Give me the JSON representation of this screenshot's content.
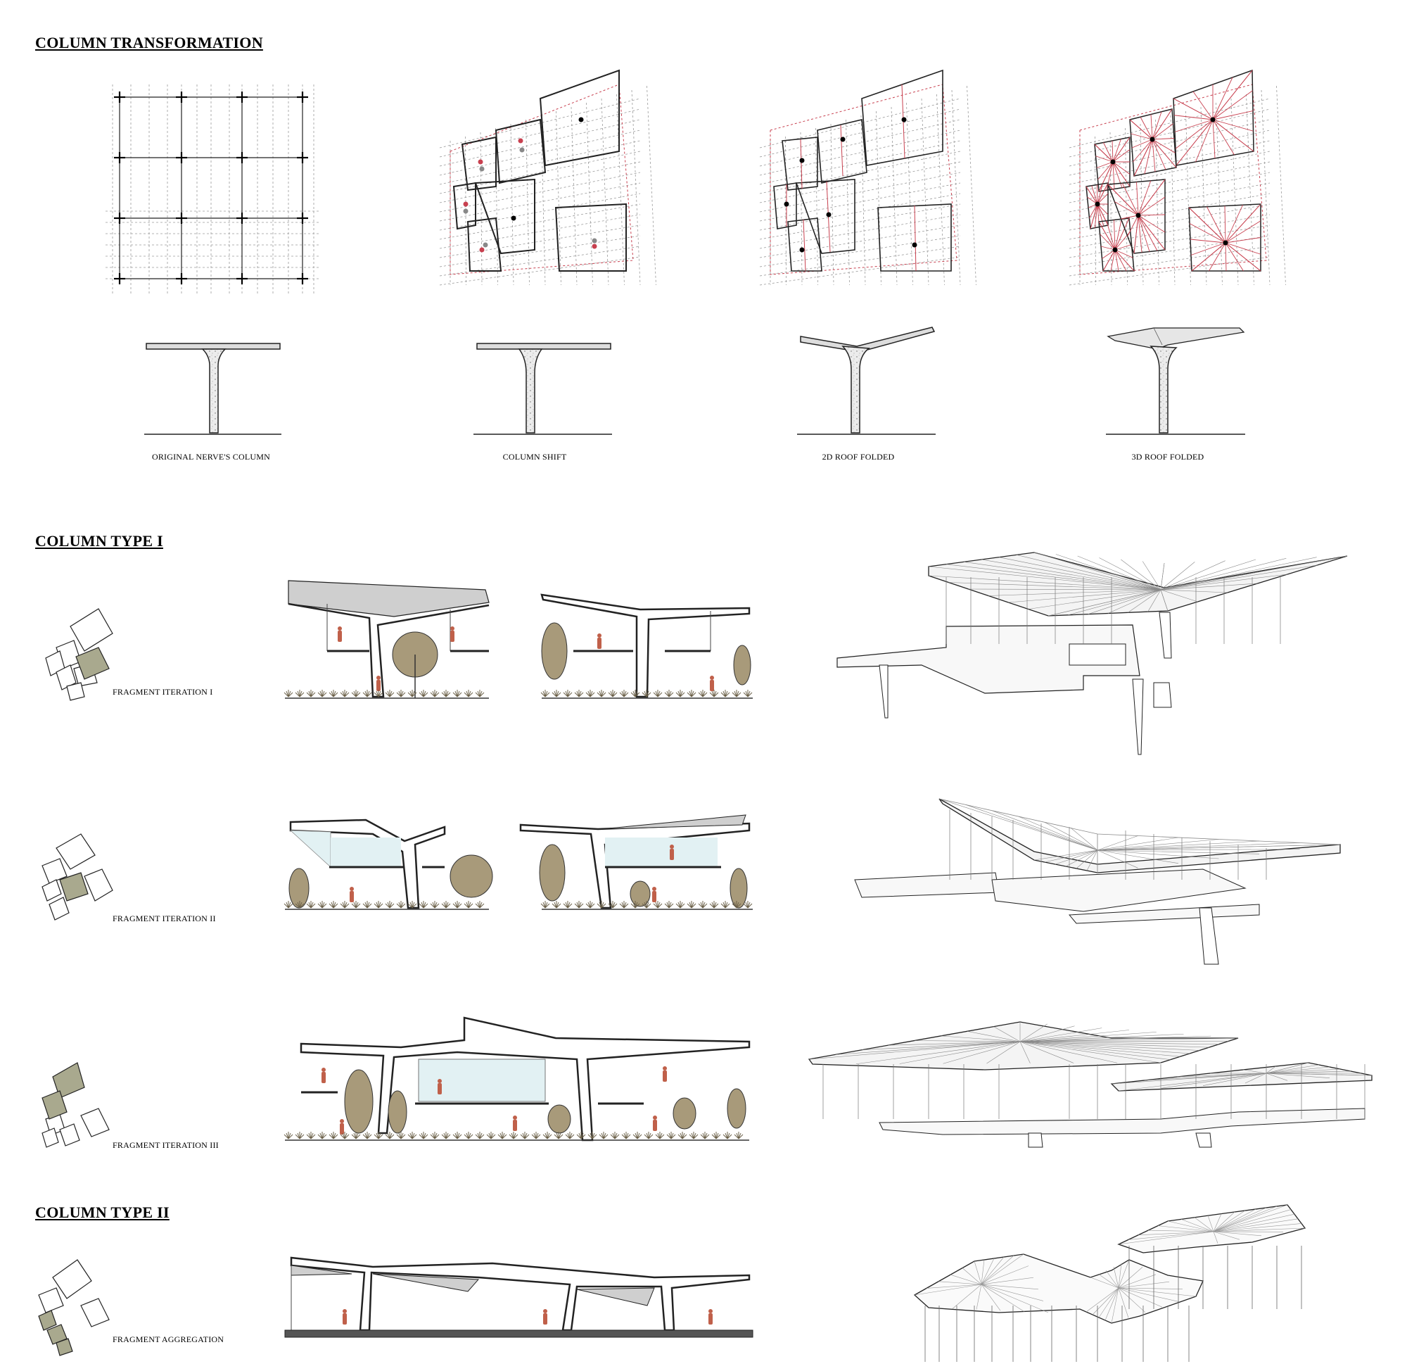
{
  "sections": {
    "transformation": "COLUMN TRANSFORMATION",
    "type1": "COLUMN TYPE I",
    "type2": "COLUMN TYPE II"
  },
  "transformation_steps": [
    {
      "label": "ORIGINAL NERVE'S COLUMN"
    },
    {
      "label": "COLUMN SHIFT"
    },
    {
      "label": "2D ROOF FOLDED"
    },
    {
      "label": "3D ROOF FOLDED"
    }
  ],
  "iterations": [
    {
      "label": "FRAGMENT ITERATION I"
    },
    {
      "label": "FRAGMENT ITERATION II"
    },
    {
      "label": "FRAGMENT ITERATION III"
    },
    {
      "label": "FRAGMENT AGGREGATION"
    }
  ],
  "colors": {
    "ink": "#1a1a1a",
    "grid": "#9a9a9a",
    "accent_red": "#c8404f",
    "fragment_fill": "#a9a98e",
    "tree_fill": "#a89a7a",
    "glass": "#e2f1f3",
    "figure": "#c0604a",
    "roof_shade": "#cfcfcf"
  }
}
